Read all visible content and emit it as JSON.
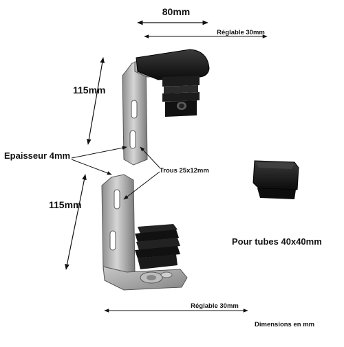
{
  "dimensions": {
    "width_top": "80mm",
    "adjustable_top": "Réglable 30mm",
    "height_upper": "115mm",
    "height_lower": "115mm",
    "adjustable_bottom": "Réglable 30mm"
  },
  "labels": {
    "thickness": "Epaisseur 4mm",
    "holes": "Trous 25x12mm",
    "tubes": "Pour tubes 40x40mm",
    "units": "Dimensions en mm"
  },
  "colors": {
    "steel": "#a9a9a9",
    "steel_dark": "#6e6e6e",
    "plastic": "#1a1a1a",
    "line": "#111111"
  }
}
